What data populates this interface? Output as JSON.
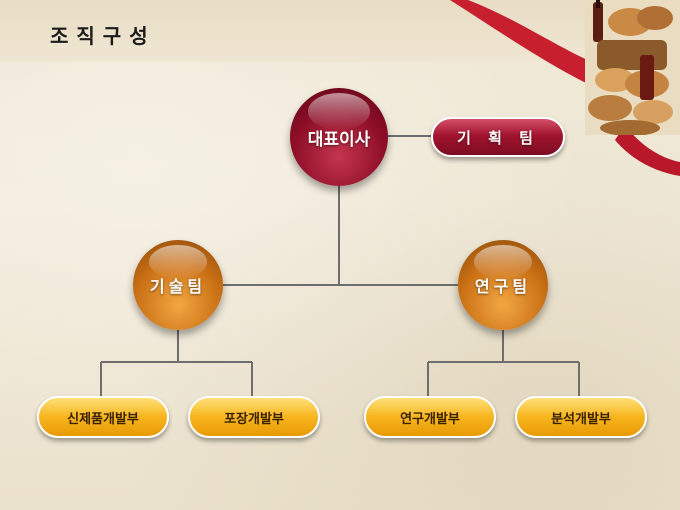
{
  "slide": {
    "title": "조직구성"
  },
  "org": {
    "ceo": "대표이사",
    "planning_team": "기 획 팀",
    "tech_team": "기술팀",
    "rnd_team": "연구팀",
    "depts": [
      "신제품개발부",
      "포장개발부",
      "연구개발부",
      "분석개발부"
    ]
  },
  "colors": {
    "ceo": "#8e0e27",
    "team": "#c96f14",
    "dept": "#f7b51e",
    "ribbon": "#c81f2e",
    "connector": "#6e6e6e"
  }
}
